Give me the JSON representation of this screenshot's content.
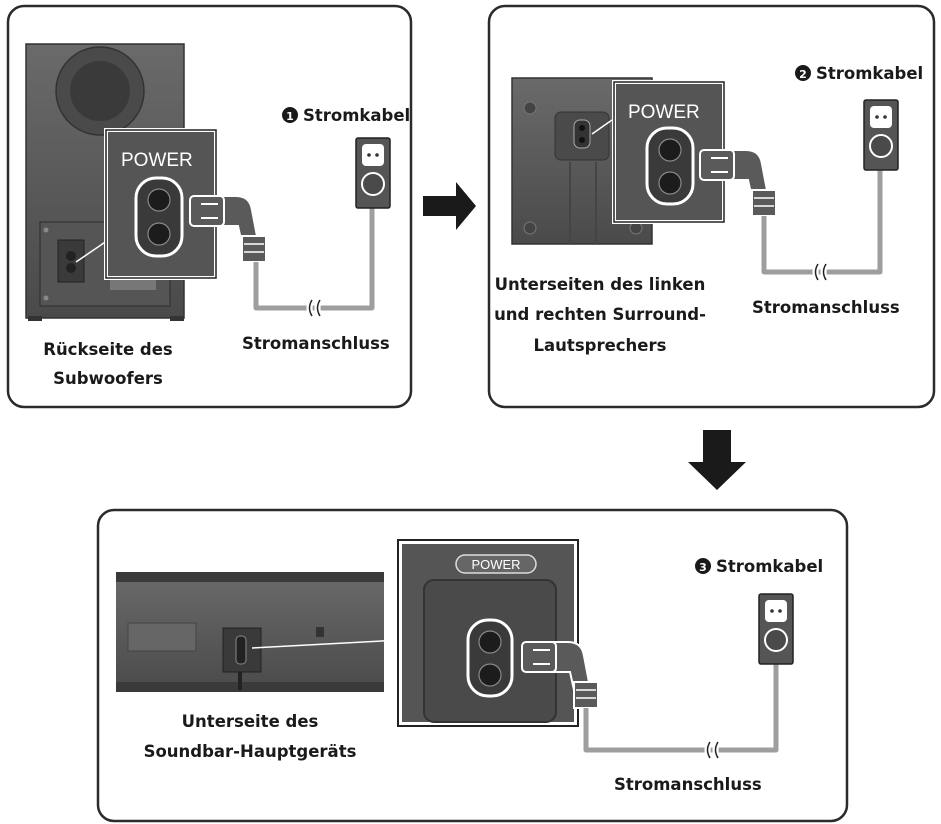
{
  "panels": [
    {
      "id": "subwoofer",
      "step_badge": "1",
      "cable_label": "Stromkabel",
      "connection_label": "Stromanschluss",
      "power_label": "POWER",
      "device_caption": [
        "Rückseite des",
        "Subwoofers"
      ]
    },
    {
      "id": "surround",
      "step_badge": "2",
      "cable_label": "Stromkabel",
      "connection_label": "Stromanschluss",
      "power_label": "POWER",
      "device_caption": [
        "Unterseiten des linken",
        "und rechten Surround-",
        "Lautsprechers"
      ]
    },
    {
      "id": "soundbar",
      "step_badge": "3",
      "cable_label": "Stromkabel",
      "connection_label": "Stromanschluss",
      "power_label": "POWER",
      "device_caption": [
        "Unterseite des",
        "Soundbar-Hauptgeräts"
      ]
    }
  ],
  "colors": {
    "frame": "#2b2b2b",
    "device": "#5a5a5a",
    "device_dark": "#3a3a3a",
    "cable": "#9e9e9e",
    "arrow": "#1a1a1a"
  }
}
